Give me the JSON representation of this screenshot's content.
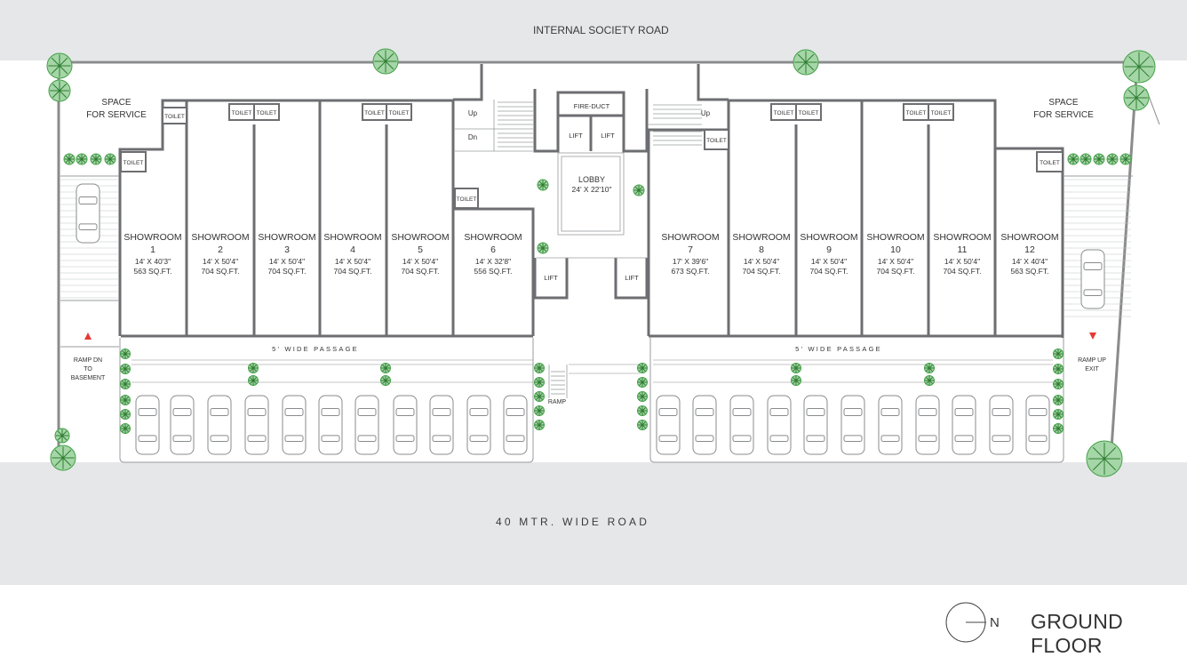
{
  "top_road": "INTERNAL SOCIETY ROAD",
  "bottom_road": "40 MTR. WIDE ROAD",
  "floor_title": "GROUND FLOOR",
  "north_label": "N",
  "service_left": [
    "SPACE",
    "FOR SERVICE"
  ],
  "service_right": [
    "SPACE",
    "FOR SERVICE"
  ],
  "ramp_left": [
    "RAMP DN",
    "TO",
    "BASEMENT"
  ],
  "ramp_right": [
    "RAMP UP",
    "EXIT"
  ],
  "ramp_center": "RAMP",
  "passage_label": "5' WIDE PASSAGE",
  "toilet_label": "TOILET",
  "lift_label": "LIFT",
  "fire_duct_label": "FIRE-DUCT",
  "stair_up": "Up",
  "stair_dn": "Dn",
  "lobby": {
    "name": "LOBBY",
    "size": "24' X 22'10\""
  },
  "showroom_label": "SHOWROOM",
  "showrooms": [
    {
      "num": "1",
      "dims": "14' X 40'3\"",
      "area": "563 SQ.FT."
    },
    {
      "num": "2",
      "dims": "14' X 50'4\"",
      "area": "704 SQ.FT."
    },
    {
      "num": "3",
      "dims": "14' X 50'4\"",
      "area": "704 SQ.FT."
    },
    {
      "num": "4",
      "dims": "14' X 50'4\"",
      "area": "704 SQ.FT."
    },
    {
      "num": "5",
      "dims": "14' X 50'4\"",
      "area": "704 SQ.FT."
    },
    {
      "num": "6",
      "dims": "14' X 32'8\"",
      "area": "556 SQ.FT."
    },
    {
      "num": "7",
      "dims": "17' X 39'6\"",
      "area": "673 SQ.FT."
    },
    {
      "num": "8",
      "dims": "14' X 50'4\"",
      "area": "704 SQ.FT."
    },
    {
      "num": "9",
      "dims": "14' X 50'4\"",
      "area": "704 SQ.FT."
    },
    {
      "num": "10",
      "dims": "14' X 50'4\"",
      "area": "704 SQ.FT."
    },
    {
      "num": "11",
      "dims": "14' X 50'4\"",
      "area": "704 SQ.FT."
    },
    {
      "num": "12",
      "dims": "14' X 40'4\"",
      "area": "563 SQ.FT."
    }
  ],
  "colors": {
    "wall": "#6d6e71",
    "road": "#e6e7e9",
    "tree": "#4caf50",
    "arrow": "#e53935"
  }
}
